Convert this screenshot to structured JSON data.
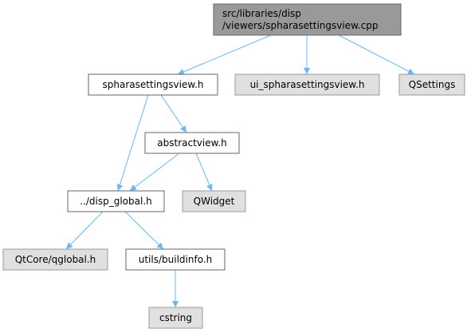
{
  "graph": {
    "colors": {
      "root_fill": "#999999",
      "node_fill": "#ffffff",
      "external_fill": "#e0e0e0",
      "border": "#666666",
      "root_border": "#666666",
      "edge": "#63b8ff"
    },
    "nodes": [
      {
        "id": "root",
        "lines": [
          "src/libraries/disp",
          "/viewers/spharasettingsview.cpp"
        ],
        "kind": "root"
      },
      {
        "id": "spharasettingsview_h",
        "lines": [
          "spharasettingsview.h"
        ],
        "kind": "file"
      },
      {
        "id": "ui_spharasettingsview_h",
        "lines": [
          "ui_spharasettingsview.h"
        ],
        "kind": "external"
      },
      {
        "id": "qsettings",
        "lines": [
          "QSettings"
        ],
        "kind": "external"
      },
      {
        "id": "abstractview_h",
        "lines": [
          "abstractview.h"
        ],
        "kind": "file"
      },
      {
        "id": "disp_global_h",
        "lines": [
          "../disp_global.h"
        ],
        "kind": "file"
      },
      {
        "id": "qwidget",
        "lines": [
          "QWidget"
        ],
        "kind": "external"
      },
      {
        "id": "qtcore_qglobal_h",
        "lines": [
          "QtCore/qglobal.h"
        ],
        "kind": "external"
      },
      {
        "id": "utils_buildinfo_h",
        "lines": [
          "utils/buildinfo.h"
        ],
        "kind": "file"
      },
      {
        "id": "cstring",
        "lines": [
          "cstring"
        ],
        "kind": "external"
      }
    ],
    "edges": [
      [
        "root",
        "spharasettingsview_h"
      ],
      [
        "root",
        "ui_spharasettingsview_h"
      ],
      [
        "root",
        "qsettings"
      ],
      [
        "spharasettingsview_h",
        "abstractview_h"
      ],
      [
        "spharasettingsview_h",
        "disp_global_h"
      ],
      [
        "abstractview_h",
        "disp_global_h"
      ],
      [
        "abstractview_h",
        "qwidget"
      ],
      [
        "disp_global_h",
        "qtcore_qglobal_h"
      ],
      [
        "disp_global_h",
        "utils_buildinfo_h"
      ],
      [
        "utils_buildinfo_h",
        "cstring"
      ]
    ]
  }
}
